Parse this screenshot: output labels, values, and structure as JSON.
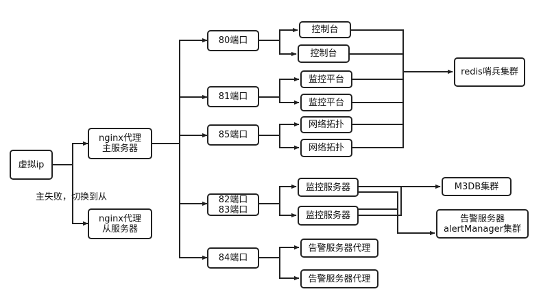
{
  "nodes": {
    "vip": "虚拟ip",
    "nginx_master": "nginx代理\n主服务器",
    "nginx_slave": "nginx代理\n从服务器",
    "port80": "80端口",
    "port81": "81端口",
    "port85": "85端口",
    "port82_83": "82端口\n83端口",
    "port84": "84端口",
    "console1": "控制台",
    "console2": "控制台",
    "monitor_platform1": "监控平台",
    "monitor_platform2": "监控平台",
    "network_topo1": "网络拓扑",
    "network_topo2": "网络拓扑",
    "monitor_server1": "监控服务器",
    "monitor_server2": "监控服务器",
    "alarm_proxy1": "告警服务器代理",
    "alarm_proxy2": "告警服务器代理",
    "redis_cluster": "redis哨兵集群",
    "m3db_cluster": "M3DB集群",
    "alert_manager": "告警服务器\nalertManager集群"
  },
  "edge_labels": {
    "failover": "主失败，切换到从"
  },
  "colors": {
    "stroke": "#222222",
    "background": "#ffffff"
  }
}
